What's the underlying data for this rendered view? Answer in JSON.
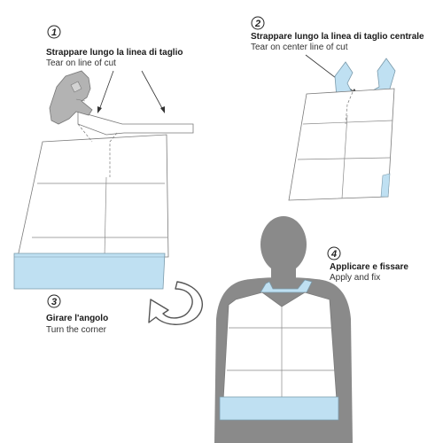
{
  "steps": [
    {
      "number": "1",
      "title_it": "Strappare lungo la linea di taglio",
      "title_en": "Tear on line of cut"
    },
    {
      "number": "2",
      "title_it": "Strappare lungo la linea di taglio centrale",
      "title_en": "Tear on center line of cut"
    },
    {
      "number": "3",
      "title_it": "Girare l'angolo",
      "title_en": "Turn the corner"
    },
    {
      "number": "4",
      "title_it": "Applicare e fissare",
      "title_en": "Apply and fix"
    }
  ],
  "colors": {
    "paper": "#ffffff",
    "paper_outline": "#7a7a7a",
    "pocket": "#bfe0f2",
    "hand": "#b3b3b3",
    "silhouette": "#8a8a8a",
    "arrow": "#555555"
  },
  "icons": [
    "hand-icon",
    "rotate-arrow-icon",
    "person-silhouette"
  ]
}
